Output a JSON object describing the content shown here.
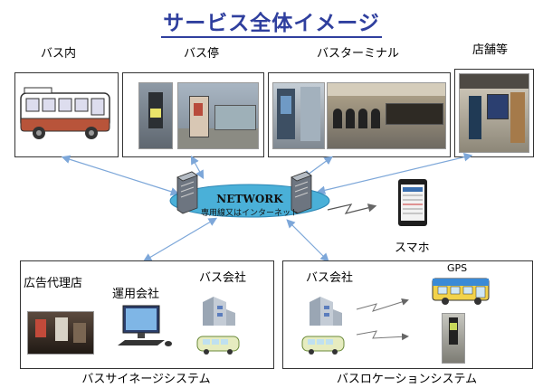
{
  "title": "サービス全体イメージ",
  "top_labels": {
    "bus_interior": "バス内",
    "bus_stop": "バス停",
    "bus_terminal": "バスターミナル",
    "stores": "店舗等"
  },
  "network": {
    "title": "NETWORK",
    "subtitle": "専用線又はインターネット"
  },
  "smartphone_label": "スマホ",
  "signage_system": {
    "caption": "バスサイネージシステム",
    "ad_agency": "広告代理店",
    "operator": "運用会社",
    "bus_company": "バス会社"
  },
  "location_system": {
    "caption": "バスロケーションシステム",
    "bus_company": "バス会社",
    "gps": "GPS"
  },
  "colors": {
    "title": "#2f3f9e",
    "network_ellipse": "#4ab0d8",
    "arrow": "#7da7d9"
  }
}
